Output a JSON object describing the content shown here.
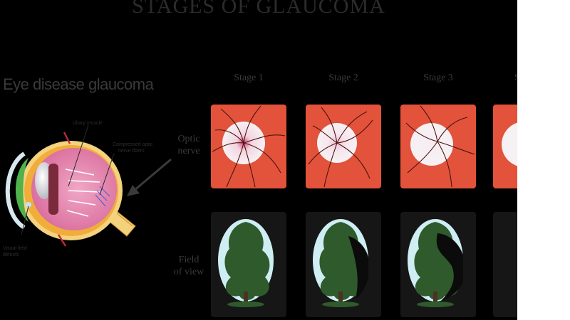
{
  "title": "STAGES OF GLAUCOMA",
  "subtitle": "Eye disease glaucoma",
  "stages": [
    {
      "label": "Stage 1"
    },
    {
      "label": "Stage 2"
    },
    {
      "label": "Stage 3"
    },
    {
      "label": "S"
    }
  ],
  "rows": {
    "optic_nerve": [
      "Optic",
      "nerve"
    ],
    "field_of_view": [
      "Field",
      "of view"
    ]
  },
  "eye_labels": {
    "top": "ciliary muscle",
    "right_1": "Compressed optic",
    "right_2": "nerve fibers",
    "bottom_1": "Visual field",
    "bottom_2": "defects"
  },
  "colors": {
    "background": "#000000",
    "optic_panel": "#e3523a",
    "optic_disc": "#f4eef2",
    "field_sky": "#cfeef3",
    "tree": "#2f5a2c"
  }
}
